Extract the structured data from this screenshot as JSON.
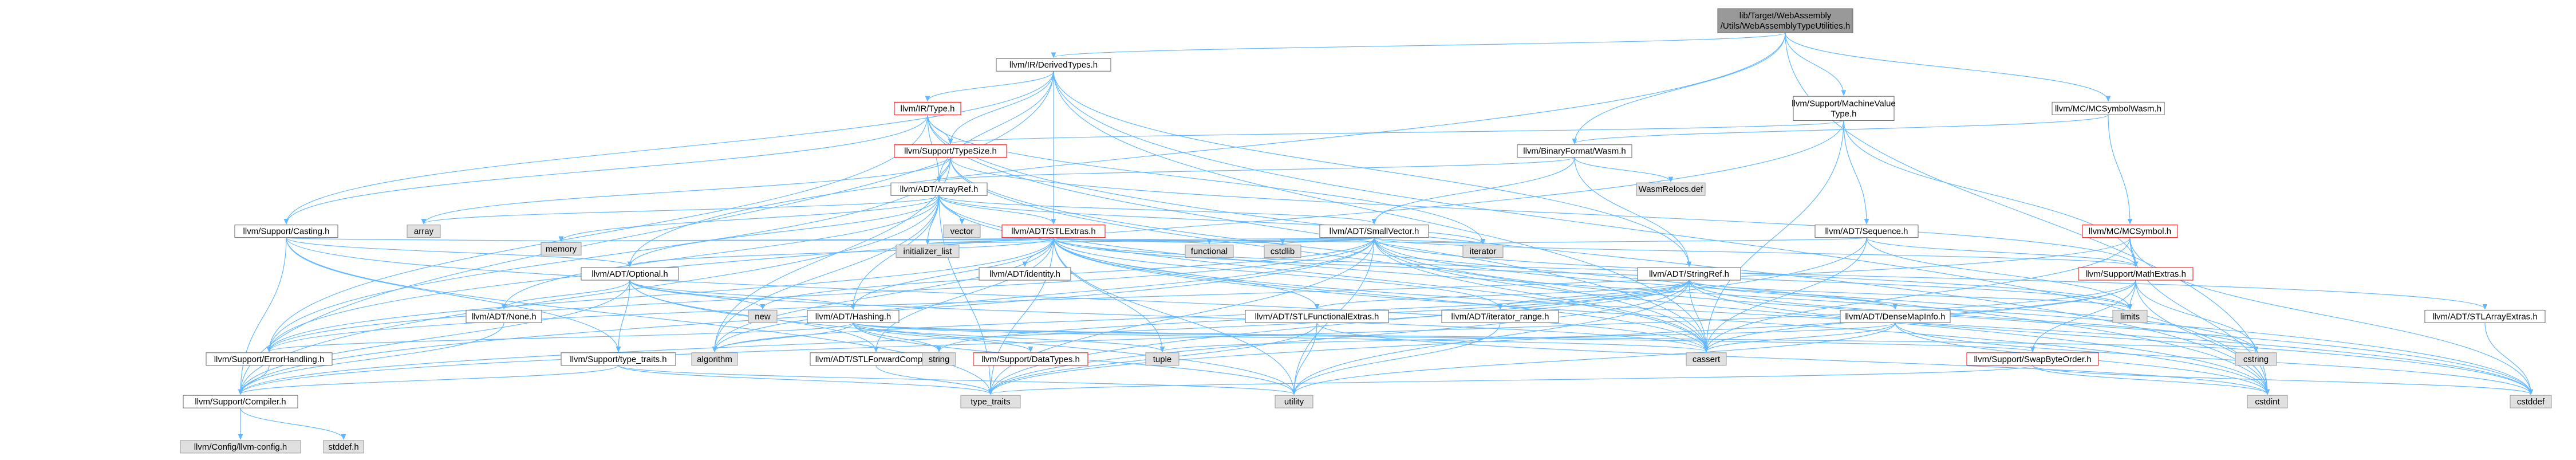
{
  "colors": {
    "edge": "#63b8ff",
    "node_fill": "#ffffff",
    "node_stroke": "#666666",
    "root_fill": "#999999",
    "std_fill": "#e0e0e0",
    "std_stroke": "#999999",
    "trunc_stroke": "#ff0000"
  },
  "nodes": [
    {
      "id": "root",
      "lines": [
        "lib/Target/WebAssembly",
        "/Utils/WebAssemblyTypeUtilities.h"
      ],
      "style": "root"
    },
    {
      "id": "derivedtypes",
      "lines": [
        "llvm/IR/DerivedTypes.h"
      ],
      "style": "normal"
    },
    {
      "id": "machinevaluetype",
      "lines": [
        "llvm/Support/MachineValue",
        "Type.h"
      ],
      "style": "normal"
    },
    {
      "id": "mcsymbolwasm",
      "lines": [
        "llvm/MC/MCSymbolWasm.h"
      ],
      "style": "normal"
    },
    {
      "id": "irtype",
      "lines": [
        "llvm/IR/Type.h"
      ],
      "style": "trunc"
    },
    {
      "id": "typesize",
      "lines": [
        "llvm/Support/TypeSize.h"
      ],
      "style": "trunc"
    },
    {
      "id": "binaryformatwasm",
      "lines": [
        "llvm/BinaryFormat/Wasm.h"
      ],
      "style": "normal"
    },
    {
      "id": "wasmrelocs",
      "lines": [
        "WasmRelocs.def"
      ],
      "style": "std"
    },
    {
      "id": "arrayref",
      "lines": [
        "llvm/ADT/ArrayRef.h"
      ],
      "style": "normal"
    },
    {
      "id": "casting",
      "lines": [
        "llvm/Support/Casting.h"
      ],
      "style": "normal"
    },
    {
      "id": "array",
      "lines": [
        "array"
      ],
      "style": "std"
    },
    {
      "id": "vector",
      "lines": [
        "vector"
      ],
      "style": "std"
    },
    {
      "id": "stlextras",
      "lines": [
        "llvm/ADT/STLExtras.h"
      ],
      "style": "trunc"
    },
    {
      "id": "smallvector",
      "lines": [
        "llvm/ADT/SmallVector.h"
      ],
      "style": "normal"
    },
    {
      "id": "sequence",
      "lines": [
        "llvm/ADT/Sequence.h"
      ],
      "style": "normal"
    },
    {
      "id": "mcsymbol",
      "lines": [
        "llvm/MC/MCSymbol.h"
      ],
      "style": "trunc"
    },
    {
      "id": "memory",
      "lines": [
        "memory"
      ],
      "style": "std"
    },
    {
      "id": "optional",
      "lines": [
        "llvm/ADT/Optional.h"
      ],
      "style": "normal"
    },
    {
      "id": "initializer_list",
      "lines": [
        "initializer_list"
      ],
      "style": "std"
    },
    {
      "id": "identity",
      "lines": [
        "llvm/ADT/identity.h"
      ],
      "style": "normal"
    },
    {
      "id": "functional",
      "lines": [
        "functional"
      ],
      "style": "std"
    },
    {
      "id": "cstdlib",
      "lines": [
        "cstdlib"
      ],
      "style": "std"
    },
    {
      "id": "iterator",
      "lines": [
        "iterator"
      ],
      "style": "std"
    },
    {
      "id": "stringref",
      "lines": [
        "llvm/ADT/StringRef.h"
      ],
      "style": "normal"
    },
    {
      "id": "mathextras",
      "lines": [
        "llvm/Support/MathExtras.h"
      ],
      "style": "trunc"
    },
    {
      "id": "none",
      "lines": [
        "llvm/ADT/None.h"
      ],
      "style": "normal"
    },
    {
      "id": "new",
      "lines": [
        "new"
      ],
      "style": "std"
    },
    {
      "id": "hashing",
      "lines": [
        "llvm/ADT/Hashing.h"
      ],
      "style": "normal"
    },
    {
      "id": "stlfunctionalextras",
      "lines": [
        "llvm/ADT/STLFunctionalExtras.h"
      ],
      "style": "normal"
    },
    {
      "id": "iteratorrange",
      "lines": [
        "llvm/ADT/iterator_range.h"
      ],
      "style": "normal"
    },
    {
      "id": "limits",
      "lines": [
        "limits"
      ],
      "style": "std"
    },
    {
      "id": "densemapinfo",
      "lines": [
        "llvm/ADT/DenseMapInfo.h"
      ],
      "style": "normal"
    },
    {
      "id": "stlarrayextras",
      "lines": [
        "llvm/ADT/STLArrayExtras.h"
      ],
      "style": "normal"
    },
    {
      "id": "errorhandling",
      "lines": [
        "llvm/Support/ErrorHandling.h"
      ],
      "style": "normal"
    },
    {
      "id": "typetraits",
      "lines": [
        "llvm/Support/type_traits.h"
      ],
      "style": "normal"
    },
    {
      "id": "algorithm",
      "lines": [
        "algorithm"
      ],
      "style": "std"
    },
    {
      "id": "stlforwardcompat",
      "lines": [
        "llvm/ADT/STLForwardCompat.h"
      ],
      "style": "normal"
    },
    {
      "id": "string",
      "lines": [
        "string"
      ],
      "style": "std"
    },
    {
      "id": "datatypes",
      "lines": [
        "llvm/Support/DataTypes.h"
      ],
      "style": "trunc"
    },
    {
      "id": "tuple",
      "lines": [
        "tuple"
      ],
      "style": "std"
    },
    {
      "id": "cassert",
      "lines": [
        "cassert"
      ],
      "style": "std"
    },
    {
      "id": "cstring",
      "lines": [
        "cstring"
      ],
      "style": "std"
    },
    {
      "id": "swapbyteorder",
      "lines": [
        "llvm/Support/SwapByteOrder.h"
      ],
      "style": "trunc"
    },
    {
      "id": "compiler",
      "lines": [
        "llvm/Support/Compiler.h"
      ],
      "style": "normal"
    },
    {
      "id": "std_type_traits",
      "lines": [
        "type_traits"
      ],
      "style": "std"
    },
    {
      "id": "utility",
      "lines": [
        "utility"
      ],
      "style": "std"
    },
    {
      "id": "cstdint",
      "lines": [
        "cstdint"
      ],
      "style": "std"
    },
    {
      "id": "cstddef",
      "lines": [
        "cstddef"
      ],
      "style": "std"
    },
    {
      "id": "llvmconfig",
      "lines": [
        "llvm/Config/llvm-config.h"
      ],
      "style": "std"
    },
    {
      "id": "stddef",
      "lines": [
        "stddef.h"
      ],
      "style": "std"
    }
  ],
  "edges": [
    [
      "root",
      "derivedtypes"
    ],
    [
      "root",
      "machinevaluetype"
    ],
    [
      "root",
      "mcsymbolwasm"
    ],
    [
      "root",
      "binaryformatwasm"
    ],
    [
      "root",
      "cstdint"
    ],
    [
      "root",
      "optional"
    ],
    [
      "derivedtypes",
      "irtype"
    ],
    [
      "derivedtypes",
      "typesize"
    ],
    [
      "derivedtypes",
      "arrayref"
    ],
    [
      "derivedtypes",
      "stlextras"
    ],
    [
      "derivedtypes",
      "stringref"
    ],
    [
      "derivedtypes",
      "casting"
    ],
    [
      "derivedtypes",
      "compiler"
    ],
    [
      "derivedtypes",
      "cassert"
    ],
    [
      "derivedtypes",
      "cstdint"
    ],
    [
      "irtype",
      "typesize"
    ],
    [
      "irtype",
      "arrayref"
    ],
    [
      "irtype",
      "casting"
    ],
    [
      "irtype",
      "errorhandling"
    ],
    [
      "irtype",
      "cassert"
    ],
    [
      "irtype",
      "cstdint"
    ],
    [
      "irtype",
      "iterator"
    ],
    [
      "typesize",
      "arrayref"
    ],
    [
      "typesize",
      "mathextras"
    ],
    [
      "typesize",
      "errorhandling"
    ],
    [
      "typesize",
      "algorithm"
    ],
    [
      "typesize",
      "array"
    ],
    [
      "typesize",
      "cassert"
    ],
    [
      "typesize",
      "cstdint"
    ],
    [
      "typesize",
      "type_traits_dummy"
    ],
    [
      "machinevaluetype",
      "typesize"
    ],
    [
      "machinevaluetype",
      "sequence"
    ],
    [
      "machinevaluetype",
      "mathextras"
    ],
    [
      "machinevaluetype",
      "errorhandling"
    ],
    [
      "machinevaluetype",
      "cassert"
    ],
    [
      "mcsymbolwasm",
      "binaryformatwasm"
    ],
    [
      "mcsymbolwasm",
      "mcsymbol"
    ],
    [
      "binaryformatwasm",
      "arrayref"
    ],
    [
      "binaryformatwasm",
      "stringref"
    ],
    [
      "binaryformatwasm",
      "smallvector"
    ],
    [
      "binaryformatwasm",
      "wasmrelocs"
    ],
    [
      "arrayref",
      "hashing"
    ],
    [
      "arrayref",
      "none"
    ],
    [
      "arrayref",
      "smallvector"
    ],
    [
      "arrayref",
      "stlextras"
    ],
    [
      "arrayref",
      "compiler"
    ],
    [
      "arrayref",
      "algorithm"
    ],
    [
      "arrayref",
      "array"
    ],
    [
      "arrayref",
      "cassert"
    ],
    [
      "arrayref",
      "cstddef"
    ],
    [
      "arrayref",
      "initializer_list"
    ],
    [
      "arrayref",
      "iterator"
    ],
    [
      "arrayref",
      "memory"
    ],
    [
      "arrayref",
      "std_type_traits"
    ],
    [
      "arrayref",
      "vector"
    ],
    [
      "arrayref",
      "optional"
    ],
    [
      "casting",
      "optional"
    ],
    [
      "casting",
      "typetraits"
    ],
    [
      "casting",
      "compiler"
    ],
    [
      "casting",
      "cassert"
    ],
    [
      "casting",
      "memory"
    ],
    [
      "casting",
      "std_type_traits"
    ],
    [
      "stlextras",
      "hashing"
    ],
    [
      "stlextras",
      "optional"
    ],
    [
      "stlextras",
      "stlarrayextras"
    ],
    [
      "stlextras",
      "stlforwardcompat"
    ],
    [
      "stlextras",
      "stlfunctionalextras"
    ],
    [
      "stlextras",
      "identity"
    ],
    [
      "stlextras",
      "iteratorrange"
    ],
    [
      "stlextras",
      "errorhandling"
    ],
    [
      "stlextras",
      "algorithm"
    ],
    [
      "stlextras",
      "cassert"
    ],
    [
      "stlextras",
      "cstddef"
    ],
    [
      "stlextras",
      "cstdint"
    ],
    [
      "stlextras",
      "cstdlib"
    ],
    [
      "stlextras",
      "functional"
    ],
    [
      "stlextras",
      "initializer_list"
    ],
    [
      "stlextras",
      "iterator"
    ],
    [
      "stlextras",
      "limits"
    ],
    [
      "stlextras",
      "memory"
    ],
    [
      "stlextras",
      "tuple"
    ],
    [
      "stlextras",
      "std_type_traits"
    ],
    [
      "stlextras",
      "utility"
    ],
    [
      "smallvector",
      "compiler"
    ],
    [
      "smallvector",
      "algorithm"
    ],
    [
      "smallvector",
      "cassert"
    ],
    [
      "smallvector",
      "cstddef"
    ],
    [
      "smallvector",
      "cstdlib"
    ],
    [
      "smallvector",
      "cstring"
    ],
    [
      "smallvector",
      "functional"
    ],
    [
      "smallvector",
      "initializer_list"
    ],
    [
      "smallvector",
      "iterator"
    ],
    [
      "smallvector",
      "limits"
    ],
    [
      "smallvector",
      "memory"
    ],
    [
      "smallvector",
      "new"
    ],
    [
      "smallvector",
      "std_type_traits"
    ],
    [
      "smallvector",
      "utility"
    ],
    [
      "smallvector",
      "errorhandling"
    ],
    [
      "smallvector",
      "mathextras"
    ],
    [
      "smallvector",
      "cstdint"
    ],
    [
      "sequence",
      "mathextras"
    ],
    [
      "sequence",
      "cassert"
    ],
    [
      "sequence",
      "iterator"
    ],
    [
      "sequence",
      "limits"
    ],
    [
      "sequence",
      "std_type_traits"
    ],
    [
      "mcsymbol",
      "mathextras"
    ],
    [
      "mcsymbol",
      "errorhandling"
    ],
    [
      "mcsymbol",
      "cassert"
    ],
    [
      "mcsymbol",
      "cstddef"
    ],
    [
      "mcsymbol",
      "cstdint"
    ],
    [
      "optional",
      "hashing"
    ],
    [
      "optional",
      "none"
    ],
    [
      "optional",
      "stlforwardcompat"
    ],
    [
      "optional",
      "compiler"
    ],
    [
      "optional",
      "typetraits"
    ],
    [
      "optional",
      "cassert"
    ],
    [
      "optional",
      "new"
    ],
    [
      "optional",
      "utility"
    ],
    [
      "stringref",
      "stlfunctionalextras"
    ],
    [
      "stringref",
      "iteratorrange"
    ],
    [
      "stringref",
      "compiler"
    ],
    [
      "stringref",
      "algorithm"
    ],
    [
      "stringref",
      "cassert"
    ],
    [
      "stringref",
      "cstddef"
    ],
    [
      "stringref",
      "cstring"
    ],
    [
      "stringref",
      "limits"
    ],
    [
      "stringref",
      "string"
    ],
    [
      "stringref",
      "std_type_traits"
    ],
    [
      "stringref",
      "utility"
    ],
    [
      "stringref",
      "densemapinfo"
    ],
    [
      "mathextras",
      "compiler"
    ],
    [
      "mathextras",
      "cassert"
    ],
    [
      "mathextras",
      "limits"
    ],
    [
      "mathextras",
      "std_type_traits"
    ],
    [
      "mathextras",
      "cstdint"
    ],
    [
      "mathextras",
      "cstring"
    ],
    [
      "mathextras",
      "swapbyteorder"
    ],
    [
      "hashing",
      "errorhandling"
    ],
    [
      "hashing",
      "datatypes"
    ],
    [
      "hashing",
      "swapbyteorder"
    ],
    [
      "hashing",
      "type_traits_dummy"
    ],
    [
      "hashing",
      "algorithm"
    ],
    [
      "hashing",
      "cassert"
    ],
    [
      "hashing",
      "cstring"
    ],
    [
      "hashing",
      "string"
    ],
    [
      "hashing",
      "tuple"
    ],
    [
      "hashing",
      "utility"
    ],
    [
      "stlfunctionalextras",
      "stlextras_dummy"
    ],
    [
      "stlfunctionalextras",
      "cstdint"
    ],
    [
      "stlfunctionalextras",
      "std_type_traits"
    ],
    [
      "stlfunctionalextras",
      "utility"
    ],
    [
      "iteratorrange",
      "utility"
    ],
    [
      "densemapinfo",
      "cassert"
    ],
    [
      "densemapinfo",
      "cstddef"
    ],
    [
      "densemapinfo",
      "cstdint"
    ],
    [
      "densemapinfo",
      "tuple"
    ],
    [
      "densemapinfo",
      "utility"
    ],
    [
      "stlarrayextras",
      "cstddef"
    ],
    [
      "errorhandling",
      "compiler"
    ],
    [
      "typetraits",
      "compiler"
    ],
    [
      "typetraits",
      "std_type_traits"
    ],
    [
      "typetraits",
      "utility"
    ],
    [
      "stlforwardcompat",
      "std_type_traits"
    ],
    [
      "swapbyteorder",
      "cstddef"
    ],
    [
      "swapbyteorder",
      "cstdint"
    ],
    [
      "swapbyteorder",
      "std_type_traits"
    ],
    [
      "compiler",
      "llvmconfig"
    ],
    [
      "compiler",
      "stddef"
    ],
    [
      "none",
      "compiler"
    ]
  ]
}
